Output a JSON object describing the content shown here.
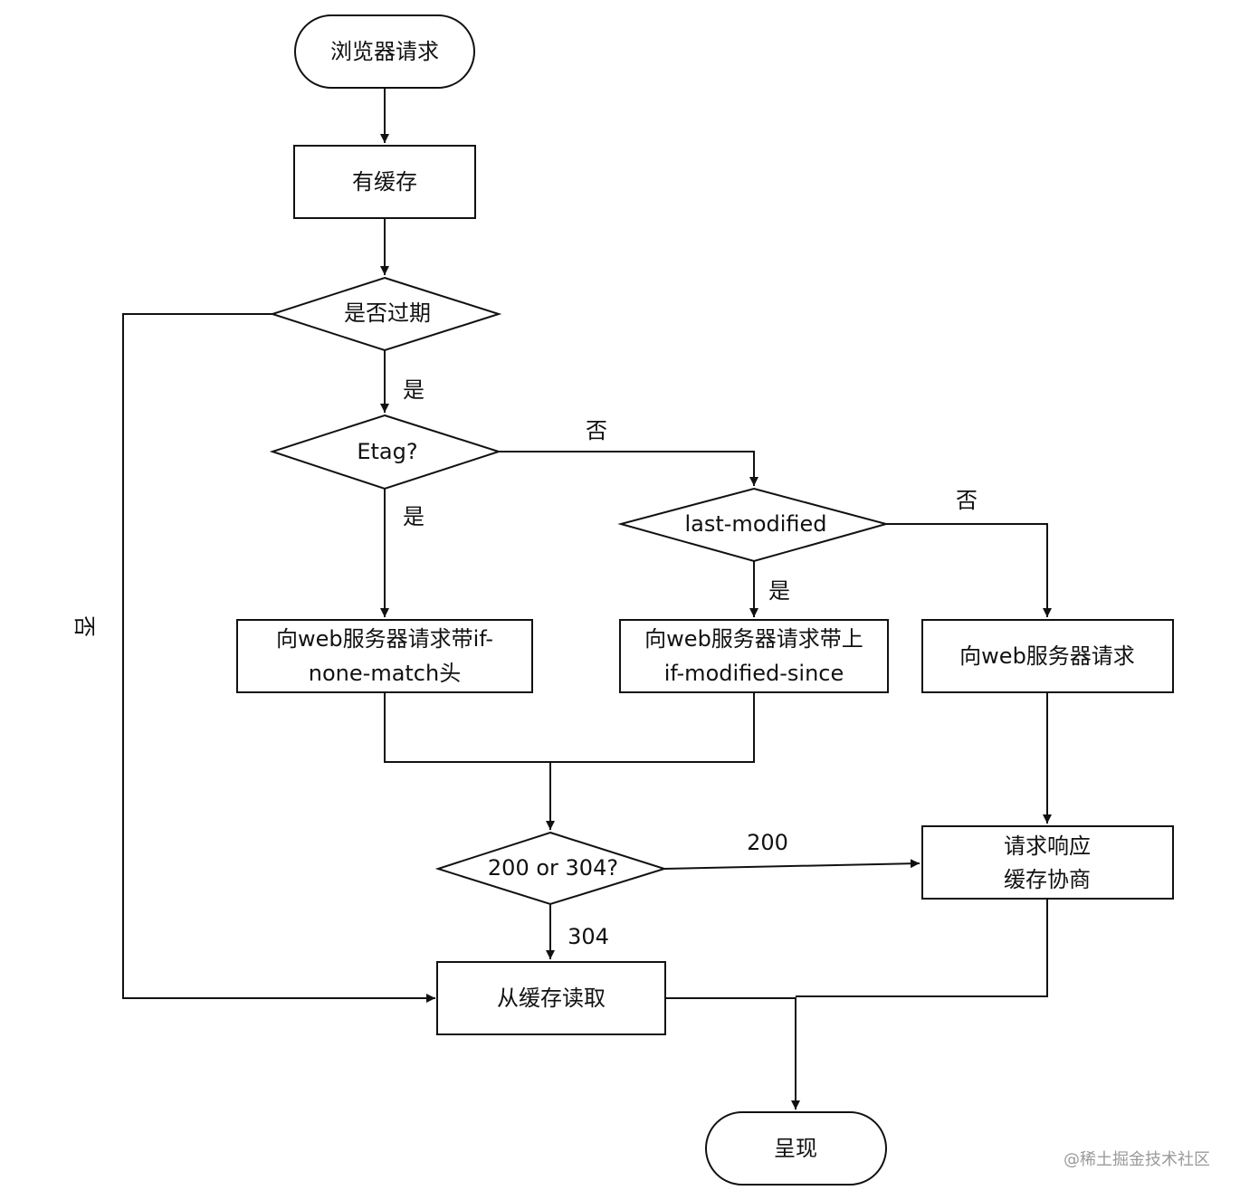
{
  "nodes": {
    "start": "浏览器请求",
    "has_cache": "有缓存",
    "expired": "是否过期",
    "etag": "Etag?",
    "last_modified": "last-modified",
    "etag_request_line1": "向web服务器请求带if-",
    "etag_request_line2": "none-match头",
    "lm_request_line1": "向web服务器请求带上",
    "lm_request_line2": "if-modified-since",
    "plain_request": "向web服务器请求",
    "status_check": "200 or 304?",
    "response_line1": "请求响应",
    "response_line2": "缓存协商",
    "read_cache": "从缓存读取",
    "render": "呈现"
  },
  "edge_labels": {
    "expired_no": "否",
    "expired_yes": "是",
    "etag_no": "否",
    "etag_yes": "是",
    "lm_no": "否",
    "lm_yes": "是",
    "code_200": "200",
    "code_304": "304"
  },
  "watermark": "@稀土掘金技术社区"
}
